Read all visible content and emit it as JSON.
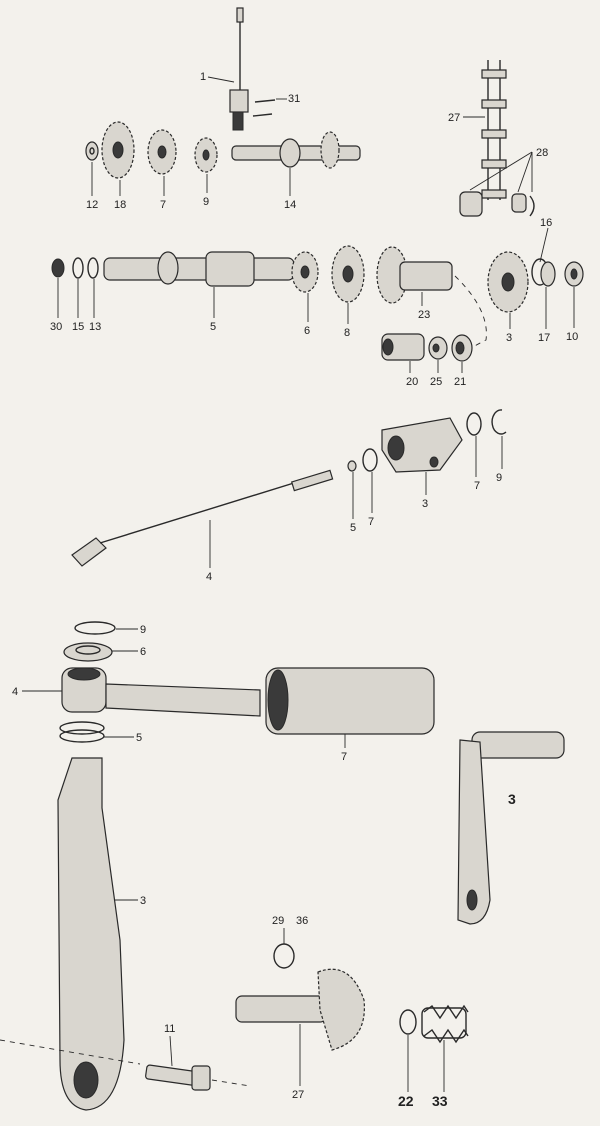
{
  "labels": {
    "g1_1": "1",
    "g1_31": "31",
    "g1_27": "27",
    "g1_28": "28",
    "g1_12": "12",
    "g1_18": "18",
    "g1_7": "7",
    "g1_9": "9",
    "g1_14": "14",
    "g2_16": "16",
    "g2_30": "30",
    "g2_15": "15",
    "g2_13": "13",
    "g2_5": "5",
    "g2_6": "6",
    "g2_8": "8",
    "g2_23": "23",
    "g2_3": "3",
    "g2_17": "17",
    "g2_10": "10",
    "g2_20": "20",
    "g2_25": "25",
    "g2_21": "21",
    "g3_5": "5",
    "g3_7a": "7",
    "g3_3": "3",
    "g3_7b": "7",
    "g3_9": "9",
    "g3_4": "4",
    "g4_9": "9",
    "g4_6": "6",
    "g4_4": "4",
    "g4_5": "5",
    "g4_7": "7",
    "g4_3": "3",
    "g4_3big": "3",
    "g4_29": "29",
    "g4_36": "36",
    "g4_11": "11",
    "g4_27": "27",
    "g4_22": "22",
    "g4_33": "33"
  }
}
